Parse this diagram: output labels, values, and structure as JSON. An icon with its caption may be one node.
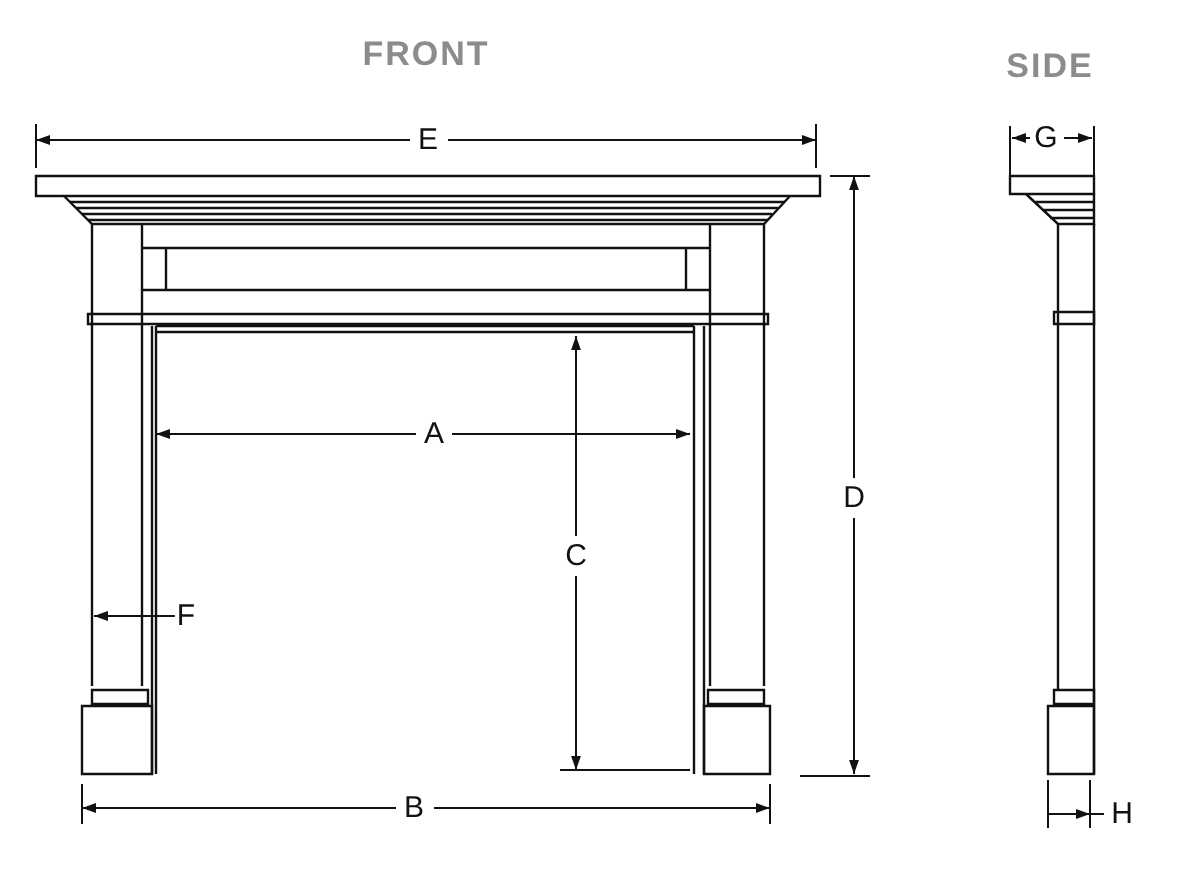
{
  "diagram": {
    "labels": [
      "FRONT",
      "SIDE",
      "E",
      "G",
      "A",
      "C",
      "D",
      "F",
      "B",
      "H"
    ]
  }
}
